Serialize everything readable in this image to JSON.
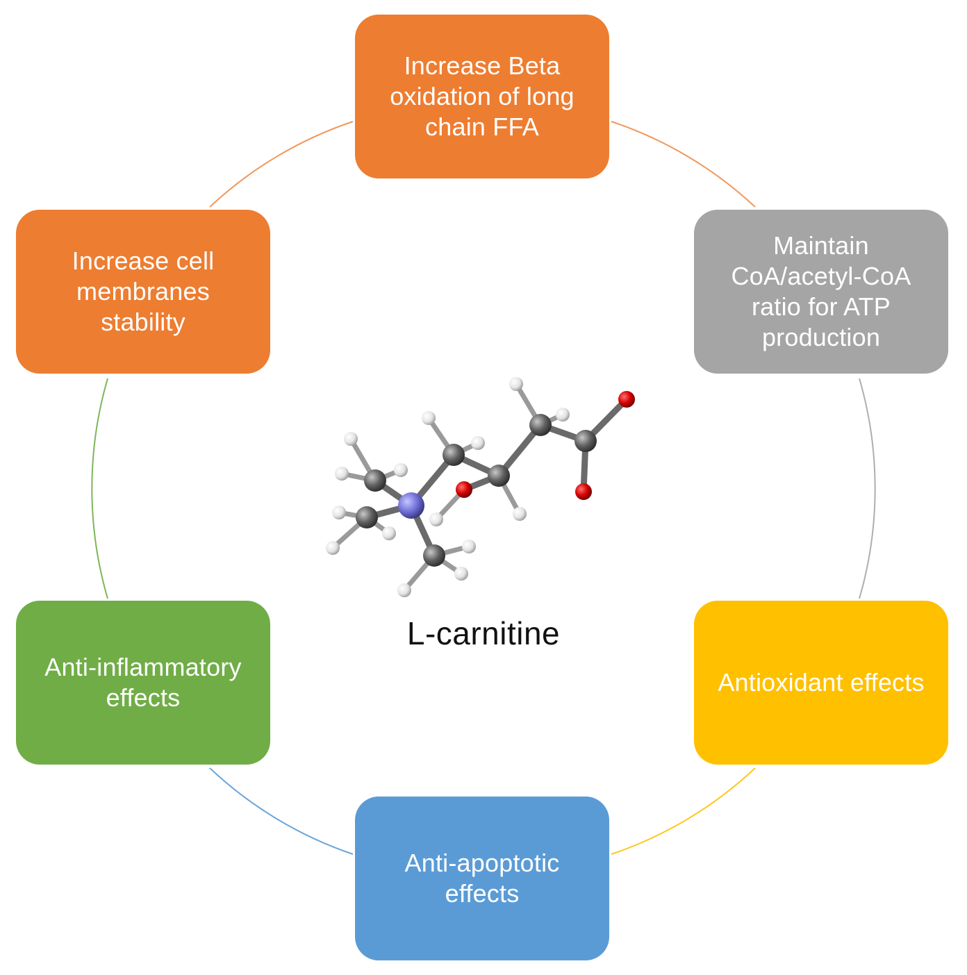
{
  "center": {
    "label": "L-carnitine"
  },
  "nodes": [
    {
      "id": "beta-oxidation",
      "label": "Increase  Beta\noxidation  of long\nchain FFA",
      "color": "#ED7D31"
    },
    {
      "id": "coa-ratio",
      "label": "Maintain\nCoA/acetyl-CoA\nratio for ATP\nproduction",
      "color": "#A5A5A5"
    },
    {
      "id": "antioxidant",
      "label": "Antioxidant effects",
      "color": "#FFC000"
    },
    {
      "id": "anti-apoptotic",
      "label": "Anti-apoptotic\neffects",
      "color": "#5B9BD5"
    },
    {
      "id": "anti-inflammatory",
      "label": "Anti-inflammatory\neffects",
      "color": "#70AD47"
    },
    {
      "id": "membrane-stability",
      "label": "Increase  cell\nmembranes\nstability",
      "color": "#ED7D31"
    }
  ],
  "atom_colors": {
    "carbon": "#5f5f5f",
    "hydrogen": "#e8e8e8",
    "oxygen": "#d40000",
    "nitrogen": "#7b7bd8"
  }
}
